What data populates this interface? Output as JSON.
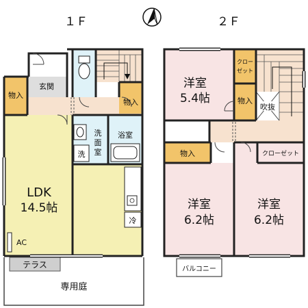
{
  "floors": [
    {
      "label": "１Ｆ"
    },
    {
      "label": "２Ｆ"
    }
  ],
  "rooms_1f": {
    "ldk_name": "LDK",
    "ldk_size": "14.5帖",
    "entrance": "玄関",
    "storage_left": "物入",
    "storage_right": "物入",
    "washroom_line1": "洗",
    "washroom_line2": "面",
    "washroom_line3": "室",
    "washer": "洗",
    "bathroom": "浴室",
    "fridge": "冷",
    "ac": "AC",
    "terrace": "テラス",
    "garden": "専用庭"
  },
  "rooms_2f": {
    "room_a_name": "洋室",
    "room_a_size": "5.4帖",
    "room_b_name": "洋室",
    "room_b_size": "6.2帖",
    "room_c_name": "洋室",
    "room_c_size": "6.2帖",
    "closet_small_line1": "クロー",
    "closet_small_line2": "ゼット",
    "storage_mid": "物入",
    "storage_left": "物入",
    "closet_wide": "クローゼット",
    "void": "吹抜",
    "balcony": "バルコニー"
  },
  "colors": {
    "ldk": "#f5f0b4",
    "room": "#f8e4e4",
    "wet": "#dff2f8",
    "storage": "#f2c46a",
    "hall": "#f7e2cf",
    "entrance": "#dedede",
    "wall": "#222222"
  },
  "icons": {
    "compass": "north-compass-icon"
  }
}
